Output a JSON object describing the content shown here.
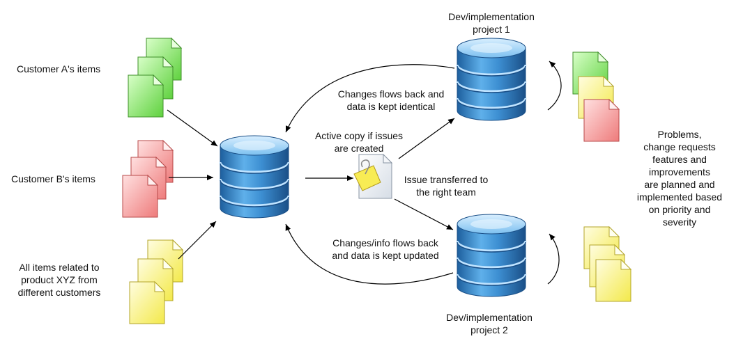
{
  "labels": {
    "customer_a": "Customer A's items",
    "customer_b": "Customer B's items",
    "product_line1": "All items related to",
    "product_line2": "product XYZ from",
    "product_line3": "different customers",
    "project1_line1": "Dev/implementation",
    "project1_line2": "project 1",
    "project2_line1": "Dev/implementation",
    "project2_line2": "project 2",
    "flow_back1_line1": "Changes flows back and",
    "flow_back1_line2": "data is kept identical",
    "active_copy_line1": "Active copy if issues",
    "active_copy_line2": "are created",
    "transfer_line1": "Issue transferred to",
    "transfer_line2": "the right team",
    "flow_back2_line1": "Changes/info flows back",
    "flow_back2_line2": "and data is kept updated",
    "problems_lines": [
      "Problems,",
      "change requests",
      "features and",
      "improvements",
      "are planned and",
      "implemented based",
      "on priority and",
      "severity"
    ]
  },
  "colors": {
    "doc_green": "#7ee05a",
    "doc_red": "#f59a9a",
    "doc_yellow": "#f8f27a",
    "db_blue": "#3a8fd0",
    "arrow": "#000000"
  },
  "icons": [
    "database-icon",
    "document-icon",
    "sticky-note-icon"
  ]
}
